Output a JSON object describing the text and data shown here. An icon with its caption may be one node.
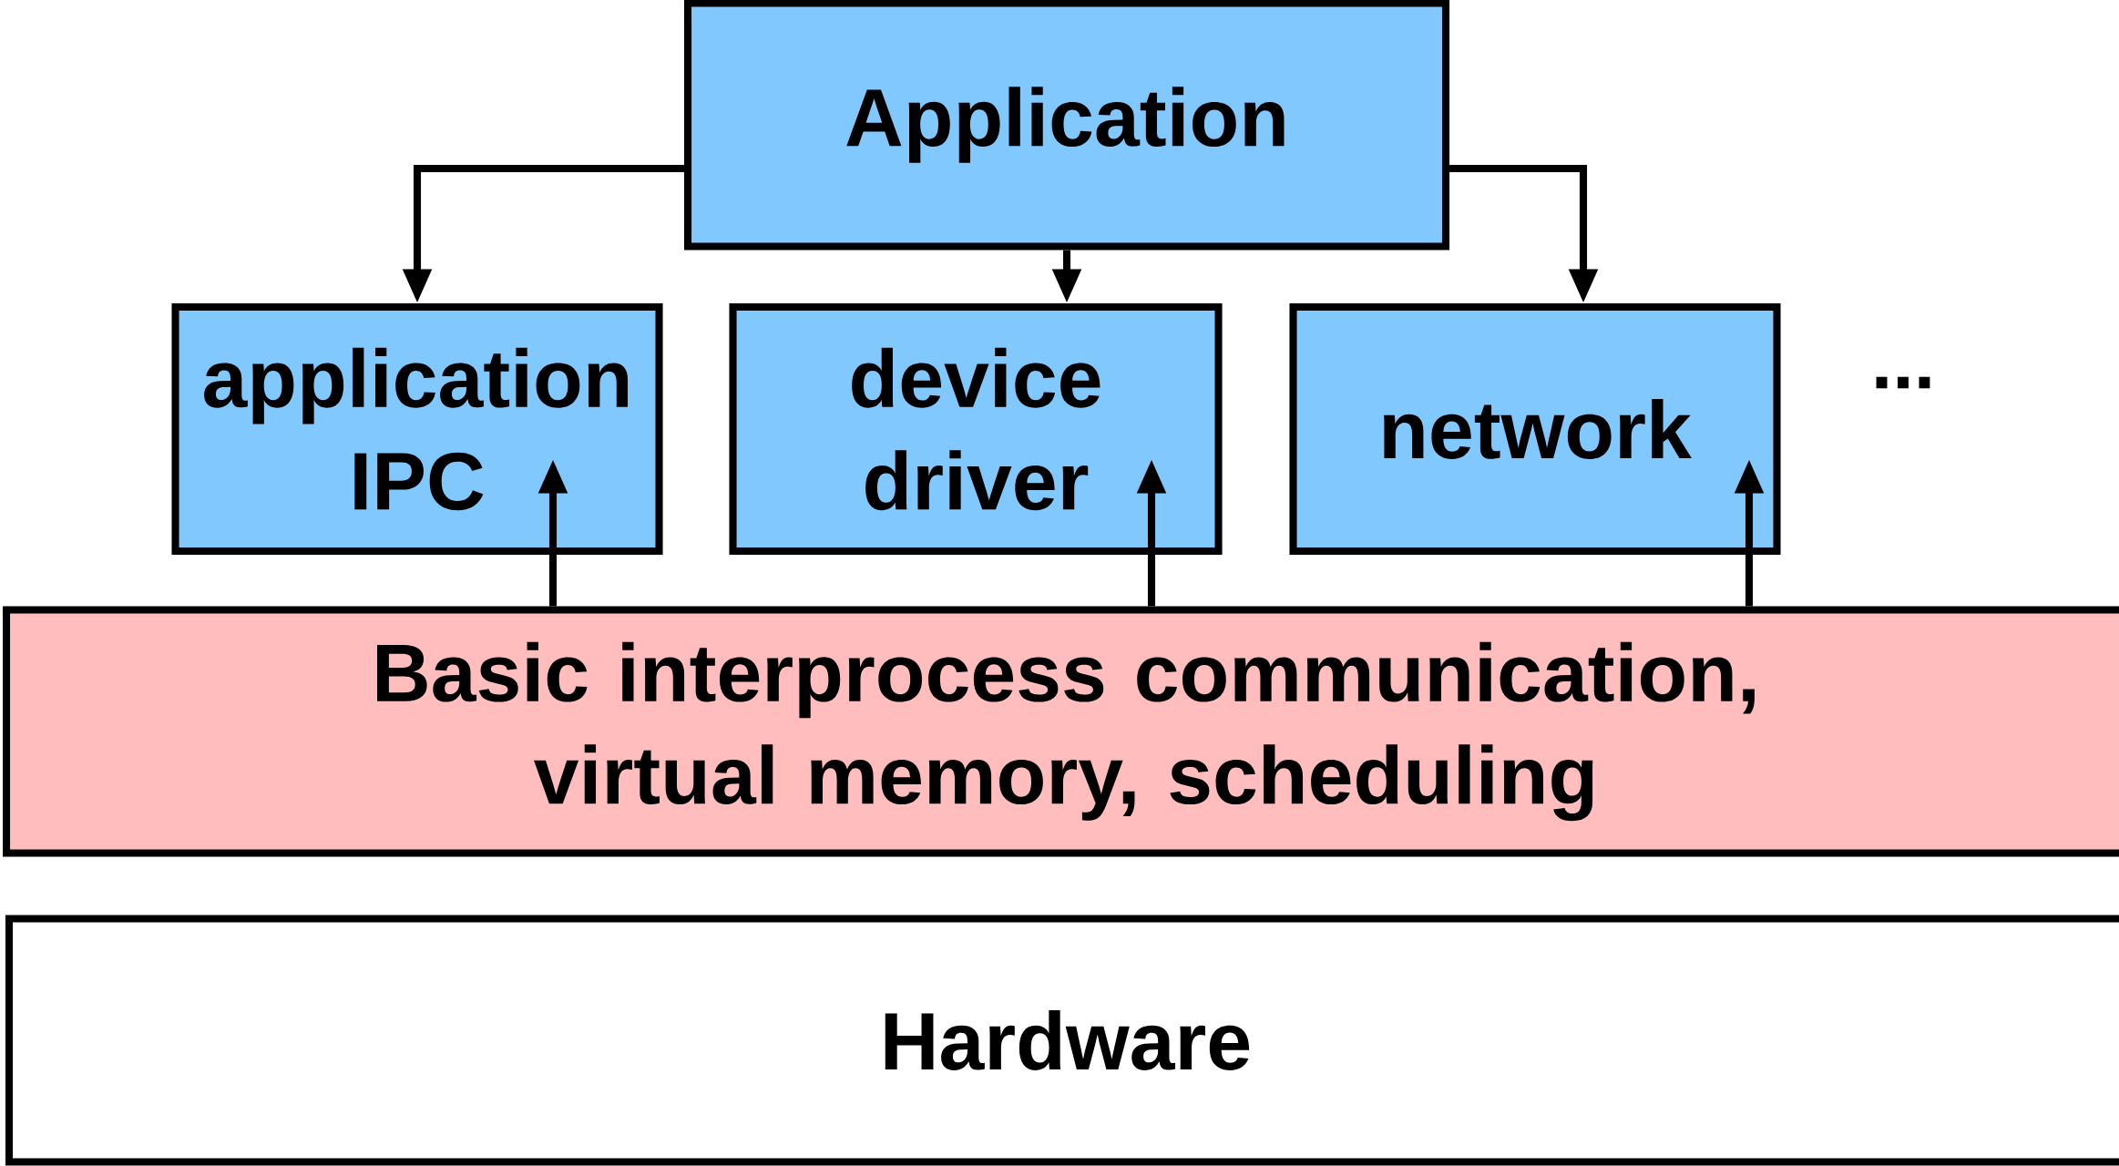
{
  "diagram": {
    "nodes": [
      {
        "text": [
          "Application"
        ]
      },
      {
        "text": [
          "application IPC"
        ]
      },
      {
        "text": [
          "device driver"
        ]
      },
      {
        "text": [
          "network"
        ]
      },
      {
        "text": [
          "Basic interprocess communication, virtual memory, scheduling"
        ]
      },
      {
        "text": [
          "Hardware"
        ]
      }
    ],
    "edges": [
      {
        "from": 0,
        "to": 1,
        "arrow": "to"
      },
      {
        "from": 0,
        "to": 2,
        "arrow": "to"
      },
      {
        "from": 0,
        "to": 3,
        "arrow": "to"
      },
      {
        "from": 4,
        "to": 1,
        "arrow": "to"
      },
      {
        "from": 4,
        "to": 2,
        "arrow": "to"
      },
      {
        "from": 4,
        "to": 3,
        "arrow": "to"
      }
    ],
    "labels": [
      "..."
    ]
  }
}
